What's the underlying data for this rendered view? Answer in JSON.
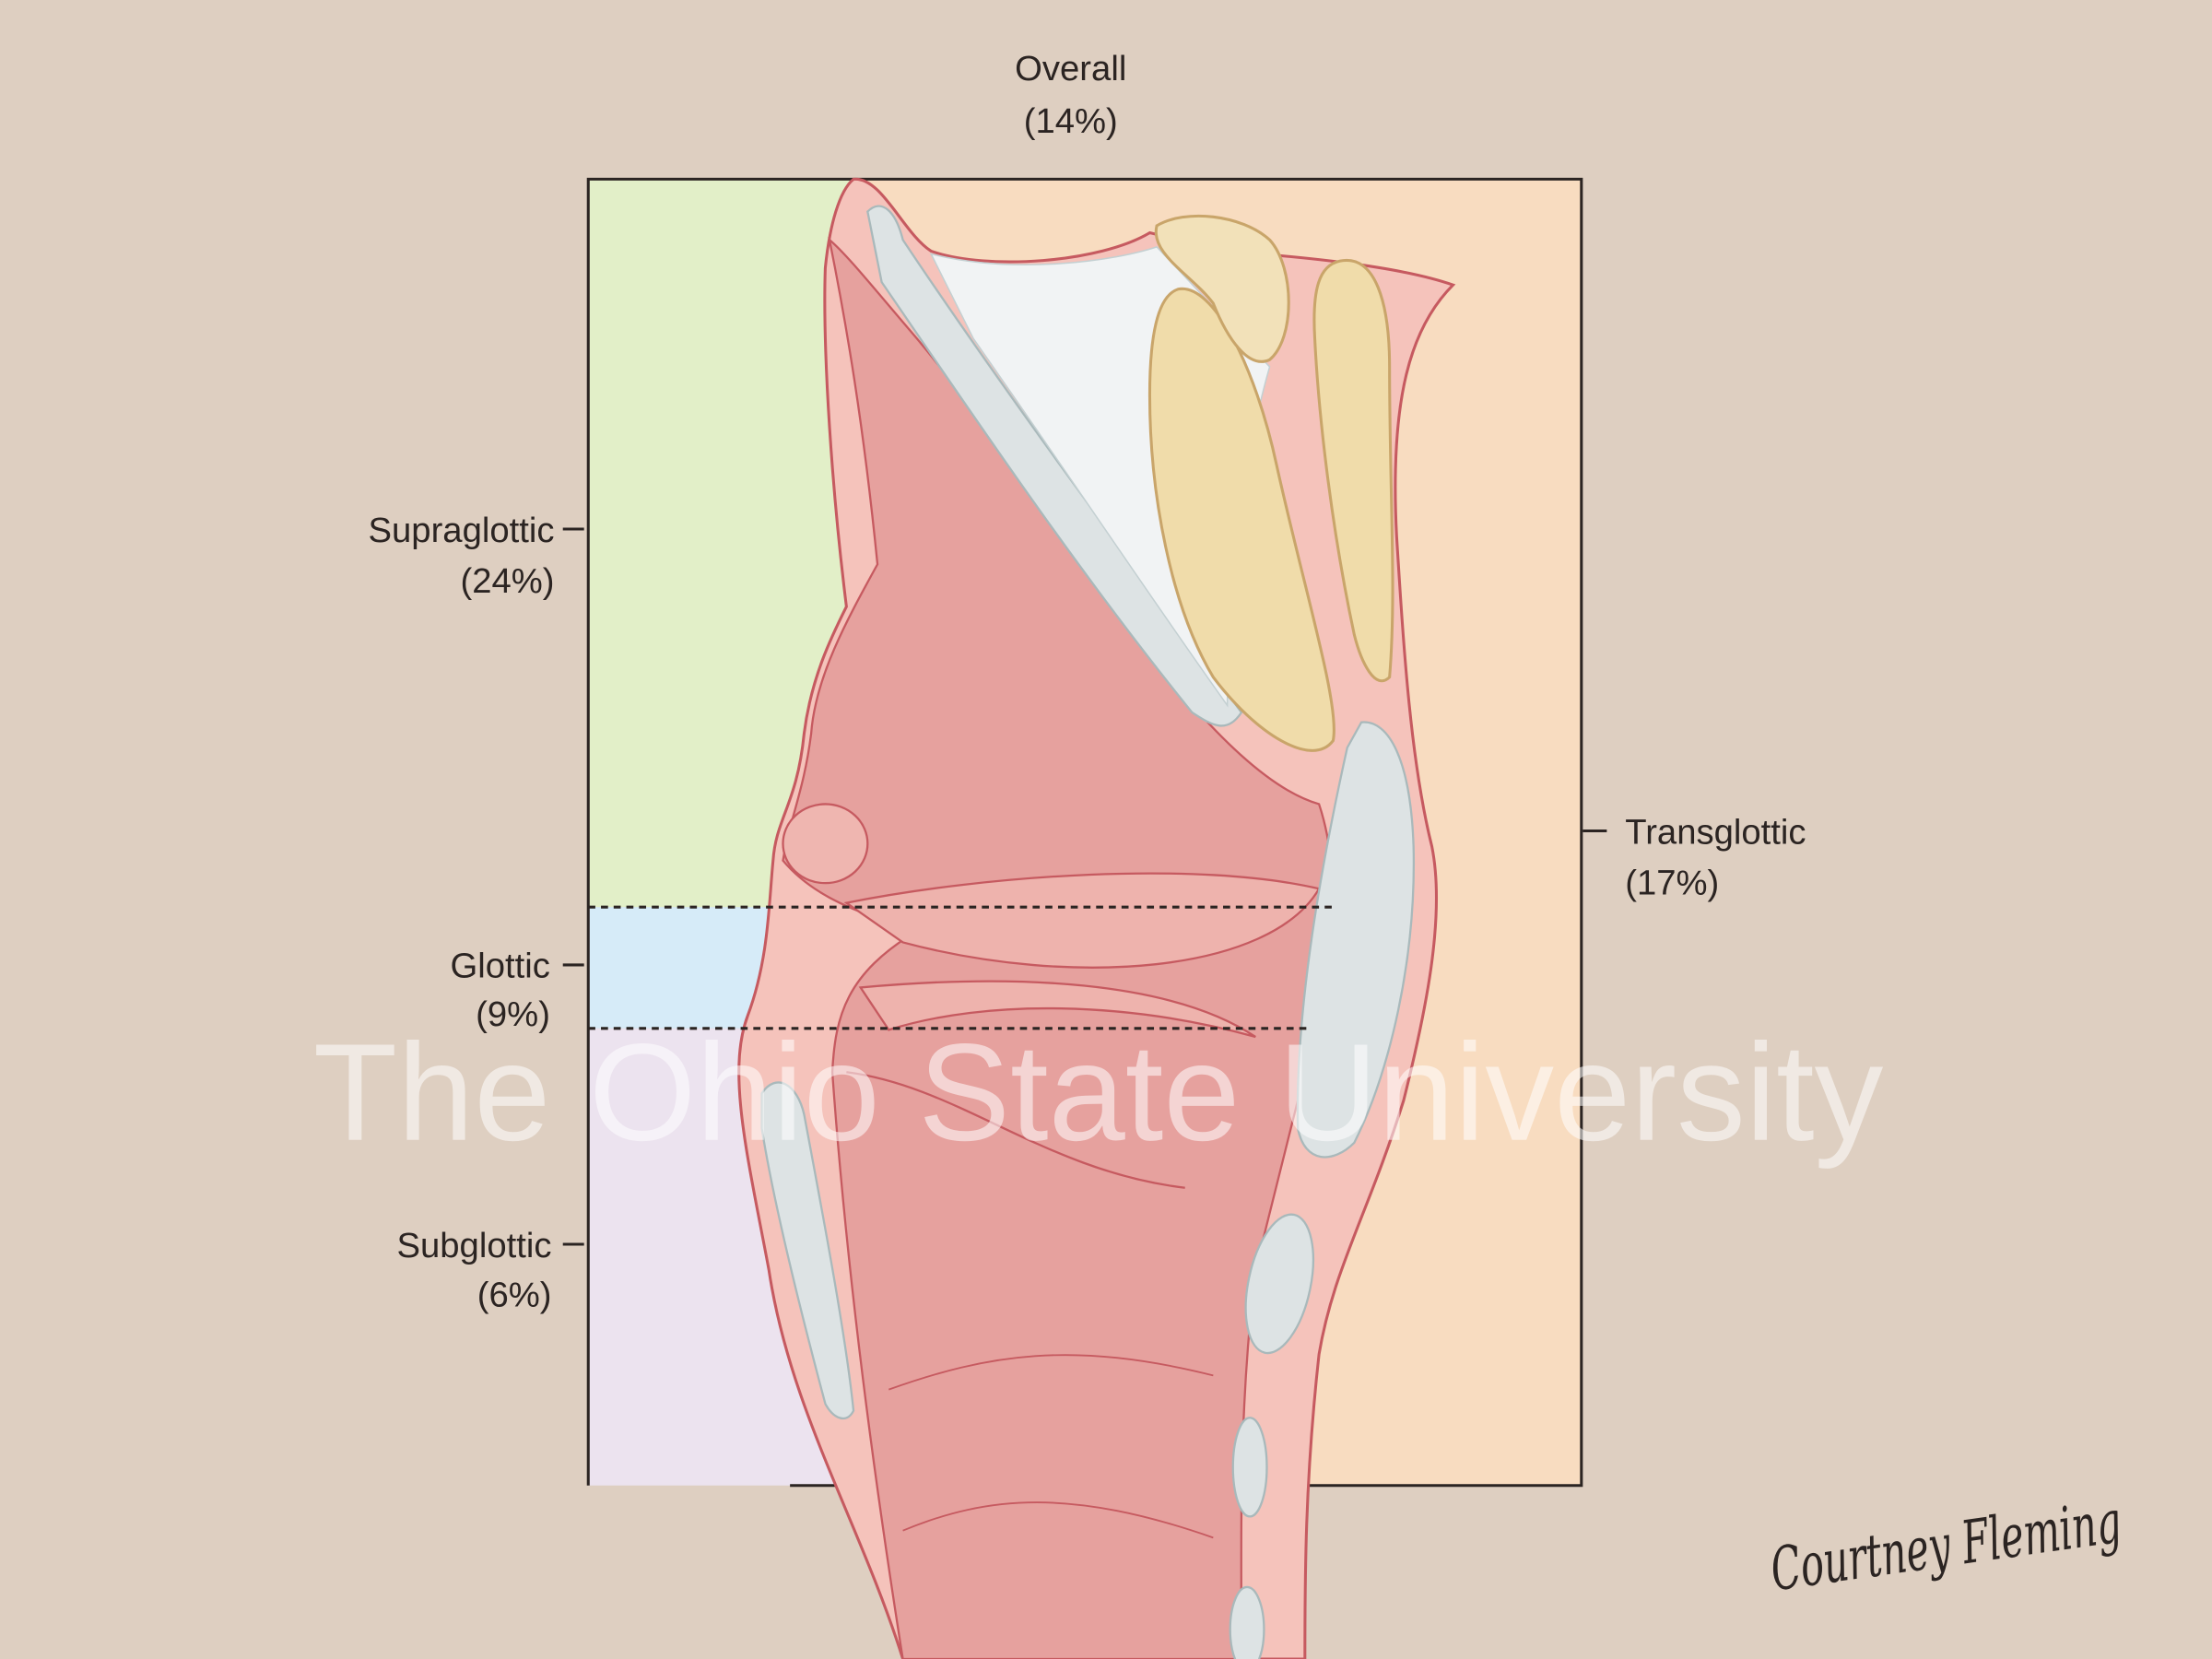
{
  "labels": {
    "overall": {
      "name": "Overall",
      "pct": "(14%)"
    },
    "supraglottic": {
      "name": "Supraglottic",
      "pct": "(24%)"
    },
    "glottic": {
      "name": "Glottic",
      "pct": "(9%)"
    },
    "subglottic": {
      "name": "Subglottic",
      "pct": "(6%)"
    },
    "transglottic": {
      "name": "Transglottic",
      "pct": "(17%)"
    }
  },
  "watermark": "The Ohio State University",
  "signature": "Courtney Fleming",
  "colors": {
    "background": "#decfc1",
    "supraglottic_region": "#e2efc8",
    "glottic_region": "#d6ebf8",
    "subglottic_region": "#ece3ef",
    "transglottic_region": "#f8dcc0",
    "tissue": "#e9a8a4",
    "outline": "#c65a60",
    "cartilage": "#dde3e4",
    "fat": "#f0dcaa"
  }
}
